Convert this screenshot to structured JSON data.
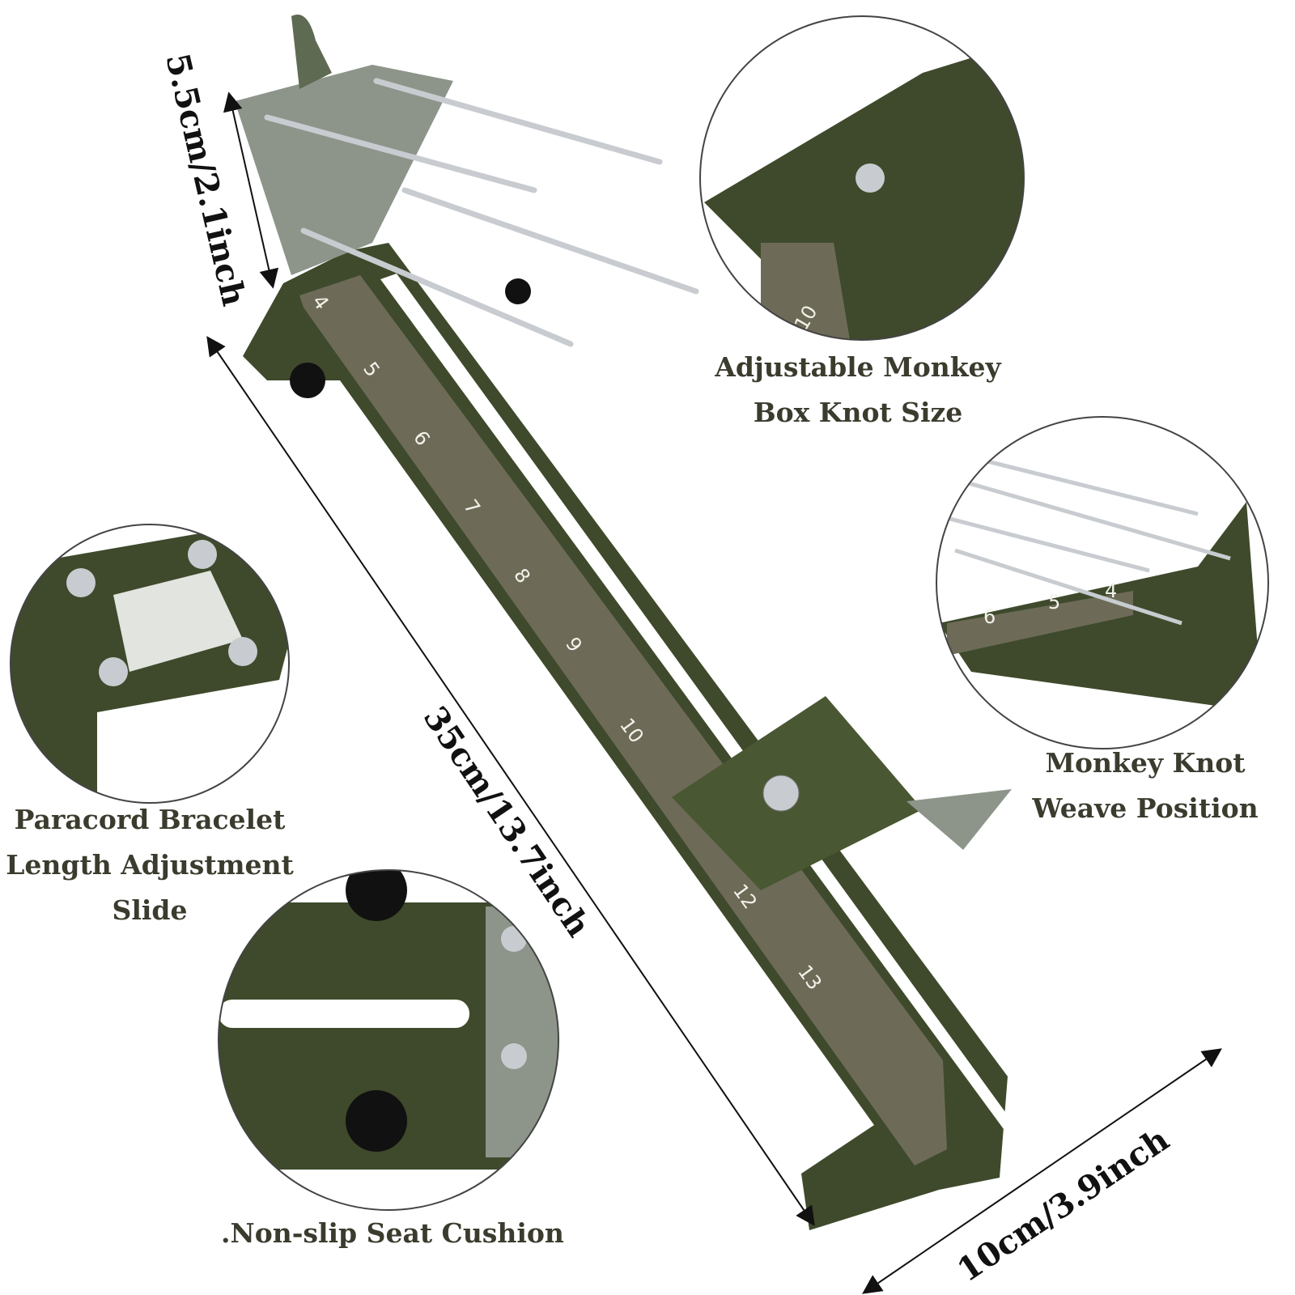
{
  "colors": {
    "olive": "#3e4a2b",
    "ruler": "#6d6b57",
    "plate": "#8d958a",
    "steel": "#c8ccd0",
    "text": "#3b3b2e"
  },
  "dimensions": {
    "head_width": "5.5cm/2.1inch",
    "length": "35cm/13.7inch",
    "base_width": "10cm/3.9inch"
  },
  "ruler_numbers": [
    "4",
    "5",
    "6",
    "7",
    "8",
    "9",
    "10",
    "12",
    "13"
  ],
  "insets": {
    "top_right": {
      "label_line1": "Adjustable Monkey",
      "label_line2": "Box Knot Size",
      "ruler_number": "10"
    },
    "right": {
      "label_line1": "Monkey Knot",
      "label_line2": "Weave Position",
      "ruler_numbers": [
        "6",
        "5",
        "4"
      ]
    },
    "left": {
      "label_line1": "Paracord Bracelet",
      "label_line2": "Length Adjustment",
      "label_line3": "Slide"
    },
    "bottom_left": {
      "label": ".Non-slip Seat Cushion"
    }
  }
}
